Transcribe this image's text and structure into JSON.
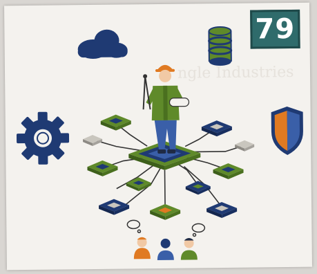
{
  "page": {
    "number": "79",
    "background_text": "ngle Industries"
  },
  "icons": [
    "cloud-icon",
    "database-icon",
    "gear-icon",
    "shield-icon",
    "engineer-figure",
    "network-hub",
    "people-group-icon"
  ],
  "colors": {
    "navy": "#1f3a73",
    "green": "#5f8a2a",
    "orange": "#e07a22",
    "teal": "#2f6b6b",
    "blue": "#3a5fa8"
  }
}
